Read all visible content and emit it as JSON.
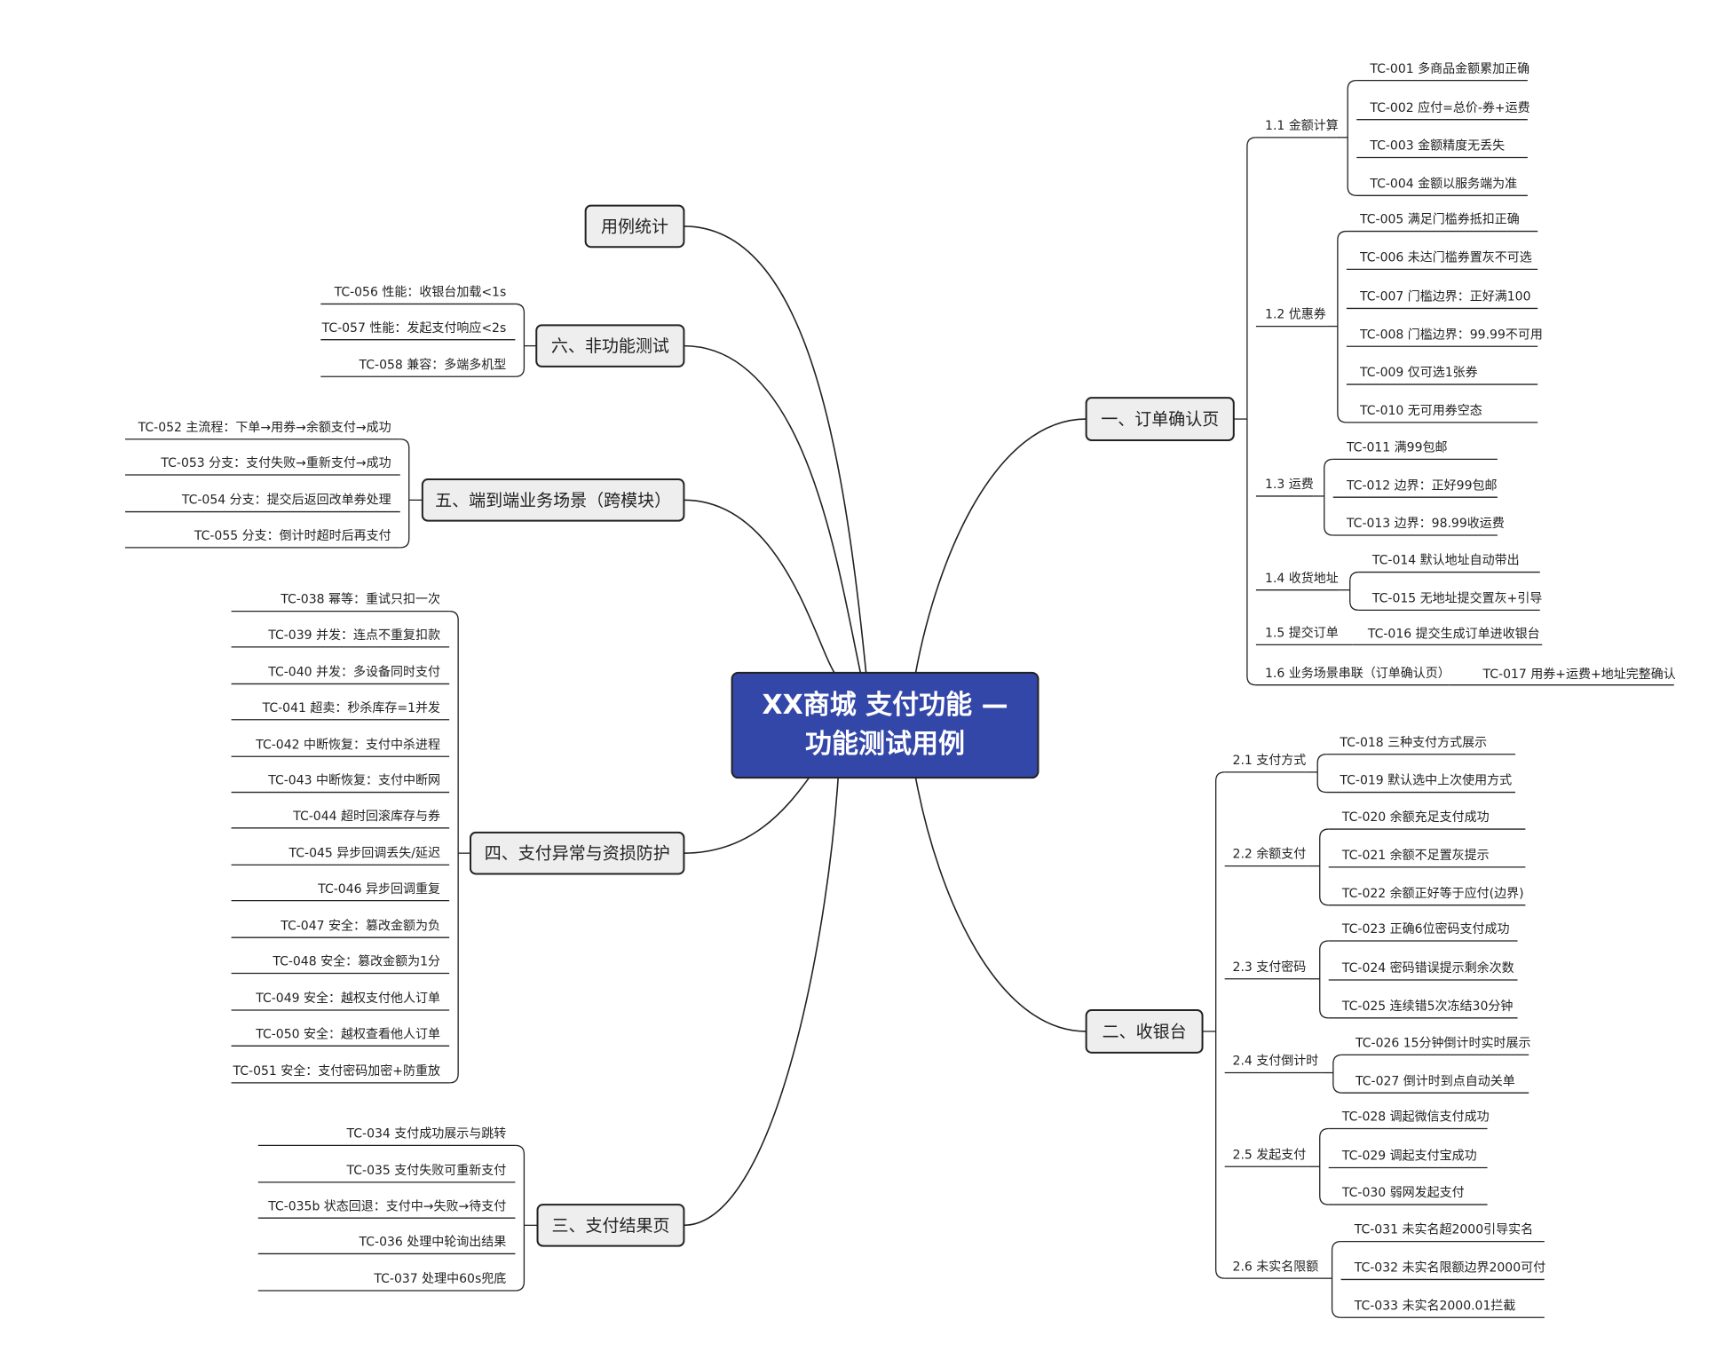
{
  "root": {
    "title_line1": "XX商城 支付功能 —",
    "title_line2": "功能测试用例"
  },
  "colors": {
    "root_fill": "#3347a8",
    "node_fill": "#eeeeee",
    "line": "#222222"
  },
  "right": [
    {
      "label": "一、订单确认页",
      "subs": [
        {
          "label": "1.1 金额计算",
          "leaves": [
            "TC-001 多商品金额累加正确",
            "TC-002 应付=总价-券+运费",
            "TC-003 金额精度无丢失",
            "TC-004 金额以服务端为准"
          ]
        },
        {
          "label": "1.2 优惠券",
          "leaves": [
            "TC-005 满足门槛券抵扣正确",
            "TC-006 未达门槛券置灰不可选",
            "TC-007 门槛边界：正好满100",
            "TC-008 门槛边界：99.99不可用",
            "TC-009 仅可选1张券",
            "TC-010 无可用券空态"
          ]
        },
        {
          "label": "1.3 运费",
          "leaves": [
            "TC-011 满99包邮",
            "TC-012 边界：正好99包邮",
            "TC-013 边界：98.99收运费"
          ]
        },
        {
          "label": "1.4 收货地址",
          "leaves": [
            "TC-014 默认地址自动带出",
            "TC-015 无地址提交置灰+引导"
          ]
        },
        {
          "label": "1.5 提交订单",
          "leaves": [
            "TC-016 提交生成订单进收银台"
          ]
        },
        {
          "label": "1.6 业务场景串联（订单确认页）",
          "leaves": [
            "TC-017 用券+运费+地址完整确认"
          ]
        }
      ]
    },
    {
      "label": "二、收银台",
      "subs": [
        {
          "label": "2.1 支付方式",
          "leaves": [
            "TC-018 三种支付方式展示",
            "TC-019 默认选中上次使用方式"
          ]
        },
        {
          "label": "2.2 余额支付",
          "leaves": [
            "TC-020 余额充足支付成功",
            "TC-021 余额不足置灰提示",
            "TC-022 余额正好等于应付(边界)"
          ]
        },
        {
          "label": "2.3 支付密码",
          "leaves": [
            "TC-023 正确6位密码支付成功",
            "TC-024 密码错误提示剩余次数",
            "TC-025 连续错5次冻结30分钟"
          ]
        },
        {
          "label": "2.4 支付倒计时",
          "leaves": [
            "TC-026 15分钟倒计时实时展示",
            "TC-027 倒计时到点自动关单"
          ]
        },
        {
          "label": "2.5 发起支付",
          "leaves": [
            "TC-028 调起微信支付成功",
            "TC-029 调起支付宝成功",
            "TC-030 弱网发起支付"
          ]
        },
        {
          "label": "2.6 未实名限额",
          "leaves": [
            "TC-031 未实名超2000引导实名",
            "TC-032 未实名限额边界2000可付",
            "TC-033 未实名2000.01拦截"
          ]
        }
      ]
    }
  ],
  "left": [
    {
      "label": "用例统计",
      "leaves": []
    },
    {
      "label": "六、非功能测试",
      "leaves": [
        "TC-056 性能：收银台加载<1s",
        "TC-057 性能：发起支付响应<2s",
        "TC-058 兼容：多端多机型"
      ]
    },
    {
      "label": "五、端到端业务场景（跨模块）",
      "leaves": [
        "TC-052 主流程：下单→用券→余额支付→成功",
        "TC-053 分支：支付失败→重新支付→成功",
        "TC-054 分支：提交后返回改单券处理",
        "TC-055 分支：倒计时超时后再支付"
      ]
    },
    {
      "label": "四、支付异常与资损防护",
      "leaves": [
        "TC-038 幂等：重试只扣一次",
        "TC-039 并发：连点不重复扣款",
        "TC-040 并发：多设备同时支付",
        "TC-041 超卖：秒杀库存=1并发",
        "TC-042 中断恢复：支付中杀进程",
        "TC-043 中断恢复：支付中断网",
        "TC-044 超时回滚库存与券",
        "TC-045 异步回调丢失/延迟",
        "TC-046 异步回调重复",
        "TC-047 安全：篡改金额为负",
        "TC-048 安全：篡改金额为1分",
        "TC-049 安全：越权支付他人订单",
        "TC-050 安全：越权查看他人订单",
        "TC-051 安全：支付密码加密+防重放"
      ]
    },
    {
      "label": "三、支付结果页",
      "leaves": [
        "TC-034 支付成功展示与跳转",
        "TC-035 支付失败可重新支付",
        "TC-035b 状态回退：支付中→失败→待支付",
        "TC-036 处理中轮询出结果",
        "TC-037 处理中60s兜底"
      ]
    }
  ]
}
